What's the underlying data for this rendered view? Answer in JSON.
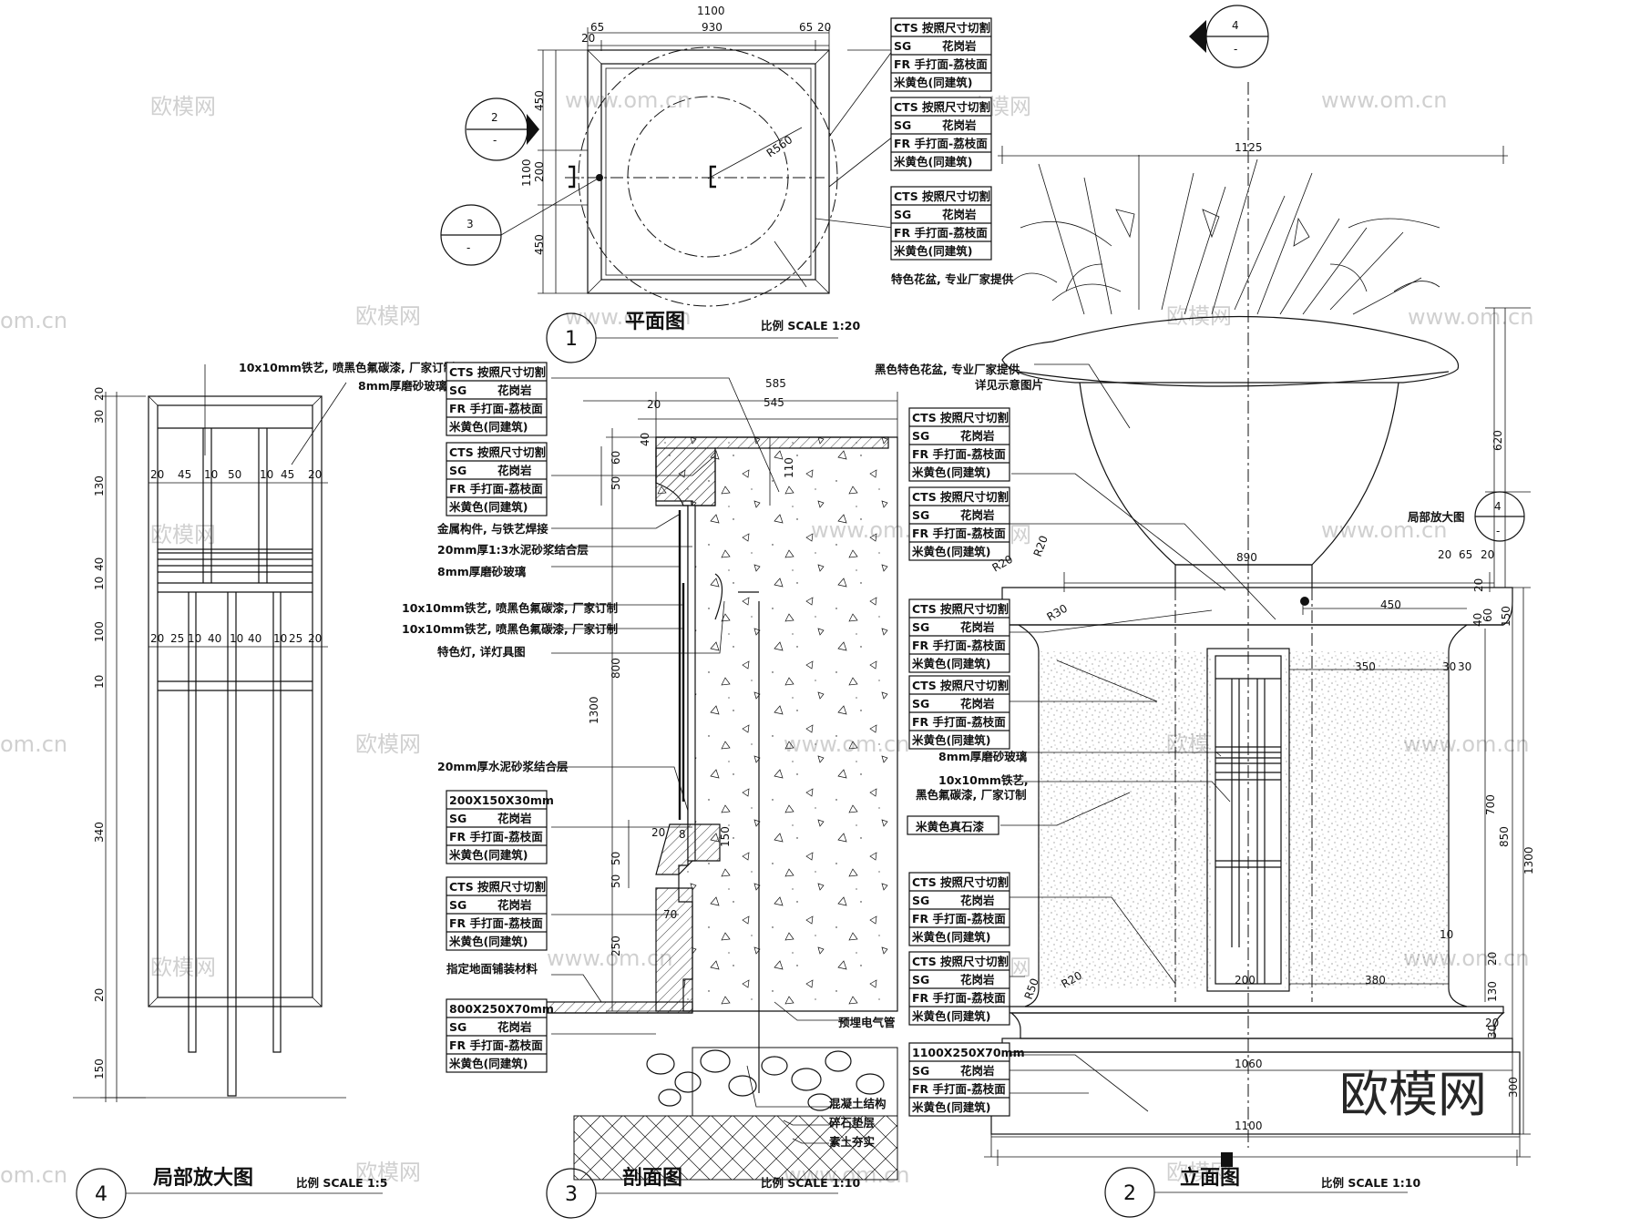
{
  "plan": {
    "title": "平面图",
    "number": "1",
    "scale": "比例 SCALE 1:20",
    "dims": {
      "total": "1100",
      "a": "65",
      "b": "930",
      "c": "65",
      "d": "20",
      "e": "20",
      "v1": "450",
      "v2": "200",
      "v3": "450",
      "vt": "1100",
      "radius": "R560"
    },
    "tags": [
      [
        "CTS 按照尺寸切割",
        "SG",
        "花岗岩",
        "FR 手打面-荔枝面",
        "米黄色(同建筑)"
      ],
      [
        "CTS 按照尺寸切割",
        "SG",
        "花岗岩",
        "FR 手打面-荔枝面",
        "米黄色(同建筑)"
      ],
      [
        "CTS 按照尺寸切割",
        "SG",
        "花岗岩",
        "FR 手打面-荔枝面",
        "米黄色(同建筑)"
      ]
    ],
    "pot_note": "特色花盆, 专业厂家提供",
    "marker_2": "2",
    "marker_3": "3",
    "marker_dash": "-"
  },
  "detail": {
    "title": "局部放大图",
    "number": "4",
    "scale": "比例 SCALE 1:5",
    "note_iron": "10x10mm铁艺, 喷黑色氟碳漆, 厂家订制",
    "note_glass": "8mm厚磨砂玻璃",
    "vdims": [
      "20",
      "30",
      "130",
      "40",
      "10",
      "100",
      "10",
      "340",
      "20",
      "150"
    ],
    "hdims_top": [
      "20",
      "45",
      "10",
      "50",
      "10",
      "45",
      "20"
    ],
    "hdims_mid": [
      "20",
      "25",
      "10",
      "40",
      "10",
      "40",
      "10",
      "25",
      "20"
    ]
  },
  "section": {
    "title": "剖面图",
    "number": "3",
    "scale": "比例 SCALE 1:10",
    "tag_std": [
      "CTS 按照尺寸切割",
      "SG",
      "花岗岩",
      "FR 手打面-荔枝面",
      "米黄色(同建筑)"
    ],
    "tag_200": [
      "200X150X30mm",
      "SG",
      "花岗岩",
      "FR 手打面-荔枝面",
      "米黄色(同建筑)"
    ],
    "tag_800": [
      "800X250X70mm",
      "SG",
      "花岗岩",
      "FR 手打面-荔枝面",
      "米黄色(同建筑)"
    ],
    "notes": {
      "metal": "金属构件, 与铁艺焊接",
      "mortar20_1": "20mm厚1:3水泥砂浆结合层",
      "glass": "8mm厚磨砂玻璃",
      "iron1": "10x10mm铁艺, 喷黑色氟碳漆, 厂家订制",
      "iron2": "10x10mm铁艺, 喷黑色氟碳漆, 厂家订制",
      "lamp": "特色灯, 详灯具图",
      "mortar20_2": "20mm厚水泥砂浆结合层",
      "paving": "指定地面铺装材料",
      "conduit": "预埋电气管",
      "concrete": "混凝土结构",
      "gravel": "碎石垫层",
      "soil": "素土夯实"
    },
    "dims": {
      "w585": "585",
      "w545": "545",
      "w20": "20",
      "h40": "40",
      "h60": "60",
      "h50a": "50",
      "h110": "110",
      "h800": "800",
      "h1300": "1300",
      "w20b": "20",
      "w8": "8",
      "h150": "150",
      "h50b": "50",
      "h50c": "50",
      "w70": "70",
      "h250": "250"
    }
  },
  "elevation": {
    "title": "立面图",
    "number": "2",
    "scale": "比例 SCALE 1:10",
    "pot_note": "黑色特色花盆, 专业厂家提供",
    "pot_note2": "详见示意图片",
    "detail_ref": "局部放大图",
    "tag_std": [
      "CTS 按照尺寸切割",
      "SG",
      "花岗岩",
      "FR 手打面-荔枝面",
      "米黄色(同建筑)"
    ],
    "tag_1100": [
      "1100X250X70mm",
      "SG",
      "花岗岩",
      "FR 手打面-荔枝面",
      "米黄色(同建筑)"
    ],
    "glass": "8mm厚磨砂玻璃",
    "iron_a": "10x10mm铁艺,",
    "iron_b": "黑色氟碳漆, 厂家订制",
    "stucco": "米黄色真石漆",
    "dims": {
      "w1125": "1125",
      "w890": "890",
      "w450": "450",
      "w350": "350",
      "w30a": "30",
      "w30b": "30",
      "w20": "20",
      "w65": "65",
      "w20b": "20",
      "h620": "620",
      "h20": "20",
      "h60": "60",
      "h40": "40",
      "h150": "150",
      "h700": "700",
      "h850": "850",
      "h1300": "1300",
      "w10": "10",
      "w200": "200",
      "w380": "380",
      "h20b": "20",
      "h130": "130",
      "h20c": "20",
      "h30": "30",
      "h300": "300",
      "w1060": "1060",
      "w1100": "1100",
      "r20a": "R20",
      "r20b": "R20",
      "r30": "R30",
      "r50": "R50",
      "r20c": "R20",
      "marker": "4",
      "dash": "-"
    }
  },
  "watermarks": {
    "small": "欧模网",
    "url": "www.om.cn",
    "corner": "om.cn",
    "big": "欧模网"
  }
}
